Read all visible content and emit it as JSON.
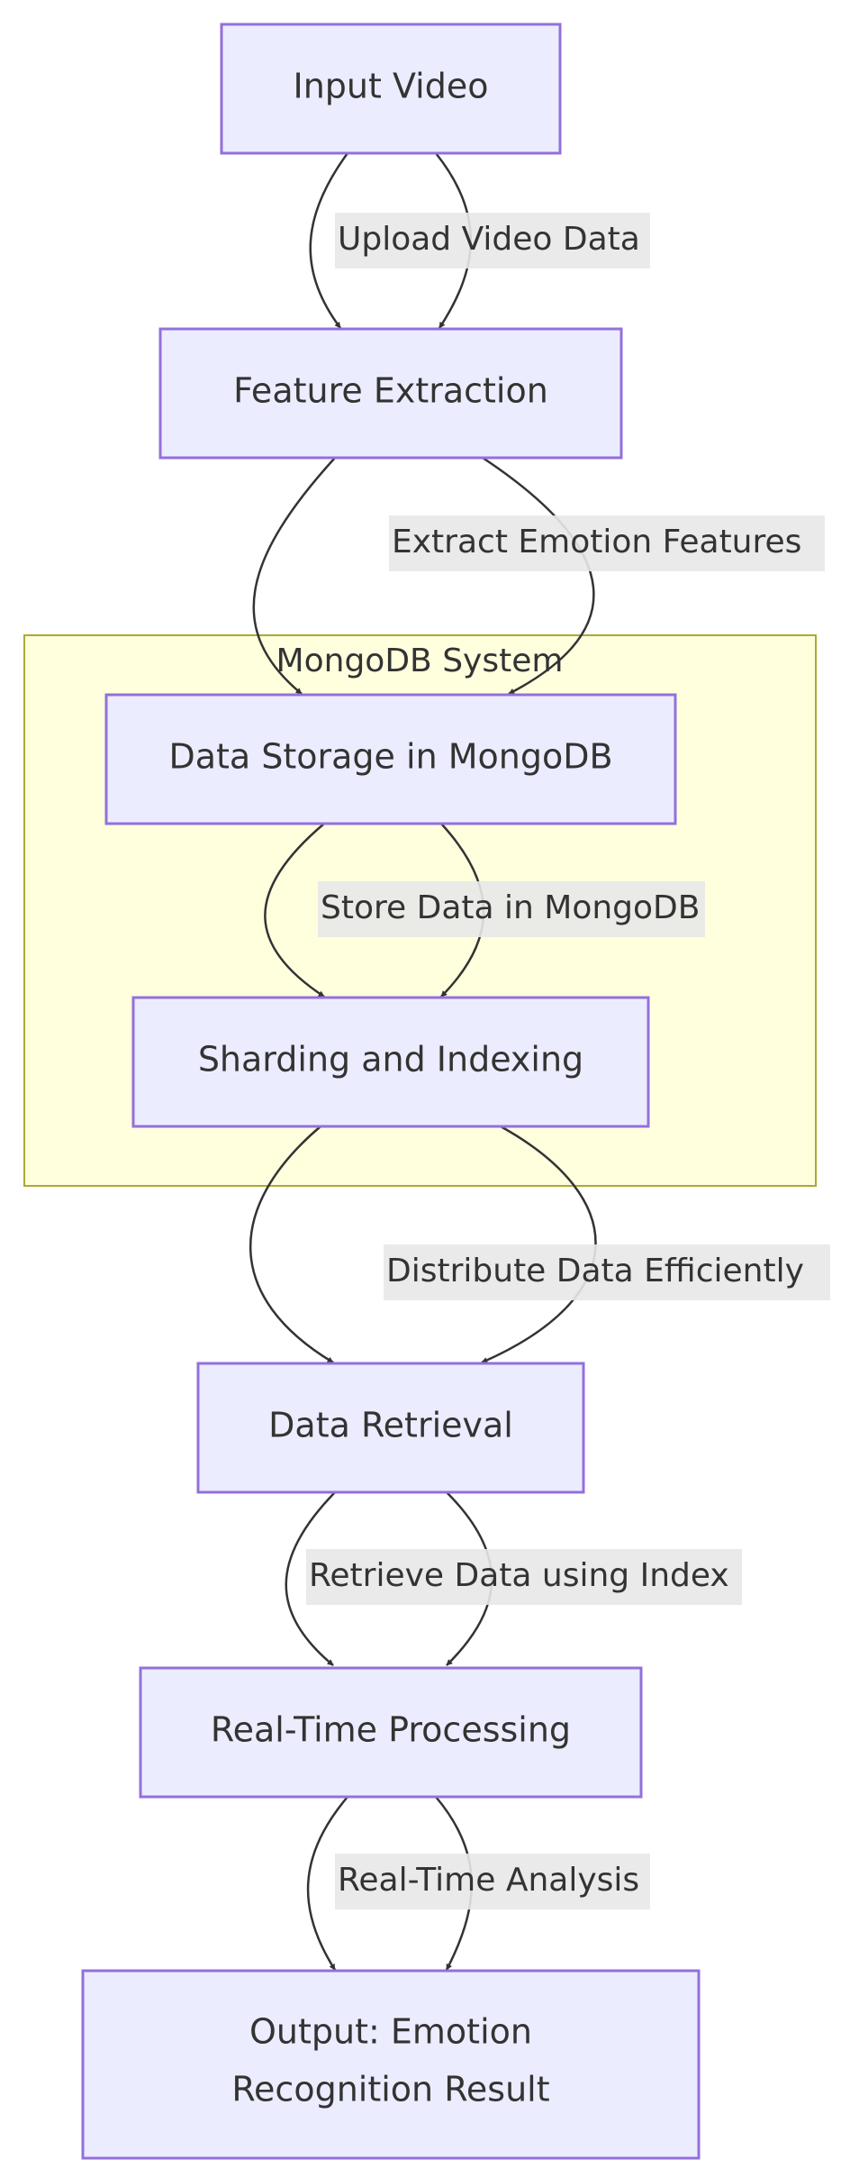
{
  "diagram": {
    "cluster": {
      "title": "MongoDB System"
    },
    "nodes": {
      "input_video": "Input Video",
      "feature_extraction": "Feature Extraction",
      "data_storage": "Data Storage in MongoDB",
      "sharding_indexing": "Sharding and Indexing",
      "data_retrieval": "Data Retrieval",
      "realtime_processing": "Real-Time Processing",
      "output_line1": "Output: Emotion",
      "output_line2": "Recognition Result"
    },
    "edges": {
      "upload": "Upload Video Data",
      "extract": "Extract Emotion Features",
      "store": "Store Data in MongoDB",
      "distribute": "Distribute Data Efficiently",
      "retrieve": "Retrieve Data using Index",
      "analysis": "Real-Time Analysis"
    }
  }
}
